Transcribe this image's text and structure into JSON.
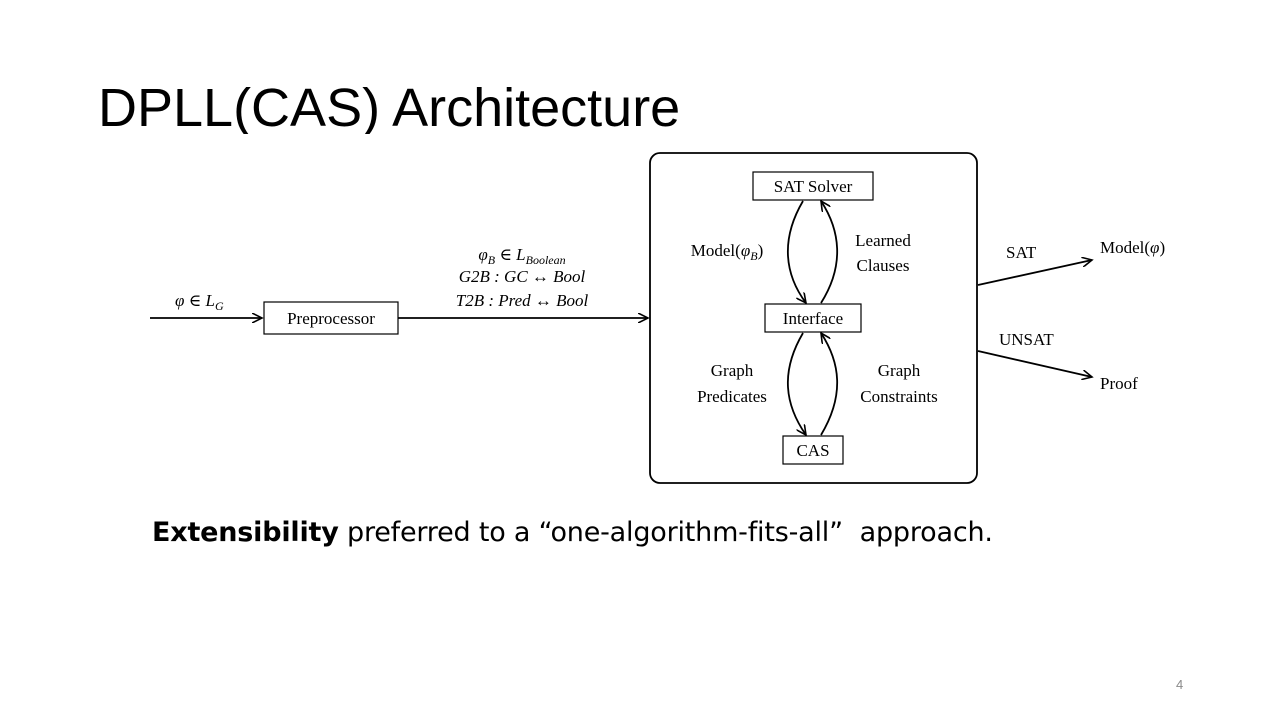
{
  "slide": {
    "title": "DPLL(CAS) Architecture",
    "page_number": "4"
  },
  "diagram": {
    "input_label": "φ ∈ L_G",
    "preprocessor": "Preprocessor",
    "encoding": {
      "line1": "φ_B ∈ L_Boolean",
      "line2": "G2B : GC ↔ Bool",
      "line3": "T2B : Pred ↔ Bool"
    },
    "sat_solver": "SAT Solver",
    "interface": "Interface",
    "cas": "CAS",
    "model_phi_b": "Model(φ_B)",
    "learned_clauses": [
      "Learned",
      "Clauses"
    ],
    "graph_predicates": [
      "Graph",
      "Predicates"
    ],
    "graph_constraints": [
      "Graph",
      "Constraints"
    ],
    "sat_label": "SAT",
    "unsat_label": "UNSAT",
    "model_phi": "Model(φ)",
    "proof": "Proof"
  },
  "caption": {
    "bold": "Extensibility",
    "rest": " preferred to a “one-algorithm-fits-all”  approach."
  }
}
